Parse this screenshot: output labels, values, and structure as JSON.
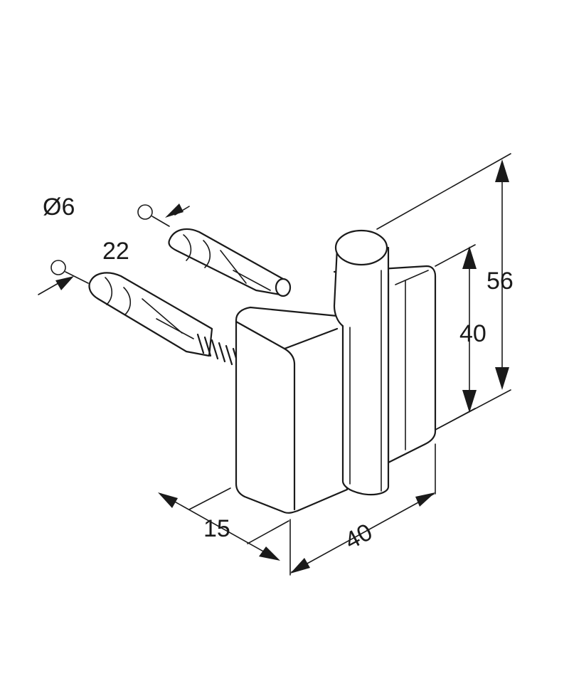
{
  "dimensions": {
    "diameter": "Ø6",
    "dowel_length": "22",
    "total_height": "56",
    "body_height": "40",
    "depth": "15",
    "width": "40"
  },
  "colors": {
    "stroke": "#1a1a1a",
    "background": "#ffffff"
  }
}
